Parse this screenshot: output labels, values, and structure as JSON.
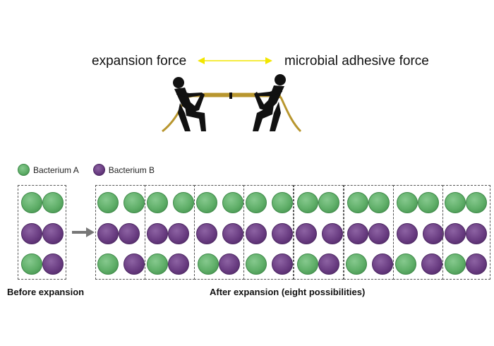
{
  "top": {
    "left_label": "expansion force",
    "right_label": "microbial adhesive force"
  },
  "colors": {
    "bacterium_a": "#5fae68",
    "bacterium_b": "#6a3d82",
    "force_arrow": "#f2e600",
    "rope": "#b8962e"
  },
  "legend": [
    {
      "label": "Bacterium A",
      "type": "A"
    },
    {
      "label": "Bacterium B",
      "type": "B"
    }
  ],
  "before": {
    "caption": "Before expansion",
    "rows": [
      [
        "A",
        "A"
      ],
      [
        "B",
        "B"
      ],
      [
        "A",
        "B"
      ]
    ]
  },
  "after": {
    "caption": "After expansion (eight possibilities)",
    "panels": [
      [
        [
          "A",
          "A"
        ],
        [
          "B",
          "B"
        ],
        [
          "A",
          "B"
        ]
      ],
      [
        [
          "A",
          "A"
        ],
        [
          "B",
          "B"
        ],
        [
          "A",
          "B"
        ]
      ],
      [
        [
          "A",
          "A"
        ],
        [
          "B",
          "B"
        ],
        [
          "A",
          "B"
        ]
      ],
      [
        [
          "A",
          "A"
        ],
        [
          "B",
          "B"
        ],
        [
          "A",
          "B"
        ]
      ],
      [
        [
          "A",
          "A"
        ],
        [
          "B",
          "B"
        ],
        [
          "A",
          "B"
        ]
      ],
      [
        [
          "A",
          "A"
        ],
        [
          "B",
          "B"
        ],
        [
          "A",
          "B"
        ]
      ],
      [
        [
          "A",
          "A"
        ],
        [
          "B",
          "B"
        ],
        [
          "A",
          "B"
        ]
      ],
      [
        [
          "A",
          "A"
        ],
        [
          "B",
          "B"
        ],
        [
          "A",
          "B"
        ]
      ]
    ]
  }
}
